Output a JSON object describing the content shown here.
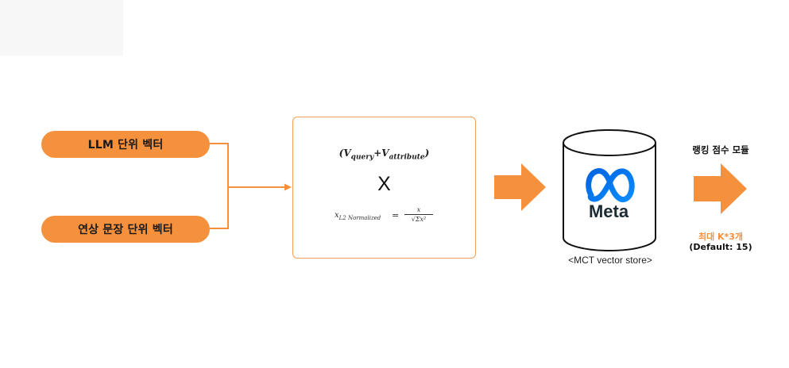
{
  "inputs": {
    "llm_vector": "LLM 단위 벡터",
    "sentence_vector": "연상 문장  단위 벡터"
  },
  "formula": {
    "sum_open": "(",
    "v_query_base": "V",
    "v_query_sub": "query",
    "plus": "+",
    "v_attr_base": "V",
    "v_attr_sub": "attribute",
    "sum_close": ")",
    "multiply": "X",
    "norm_base": "x",
    "norm_sub": "L2 Normalized",
    "equals": "=",
    "numerator": "x",
    "denominator": "√Σx²"
  },
  "store": {
    "logo_text": "Meta",
    "label": "<MCT vector store>"
  },
  "ranking": {
    "title": "랭킹 점수 모듈",
    "max_k": "최대 K*3개",
    "default": "(Default: 15)"
  },
  "colors": {
    "accent_orange": "#f5903d",
    "meta_blue": "#0a7cff",
    "text_dark": "#1c2b33"
  }
}
